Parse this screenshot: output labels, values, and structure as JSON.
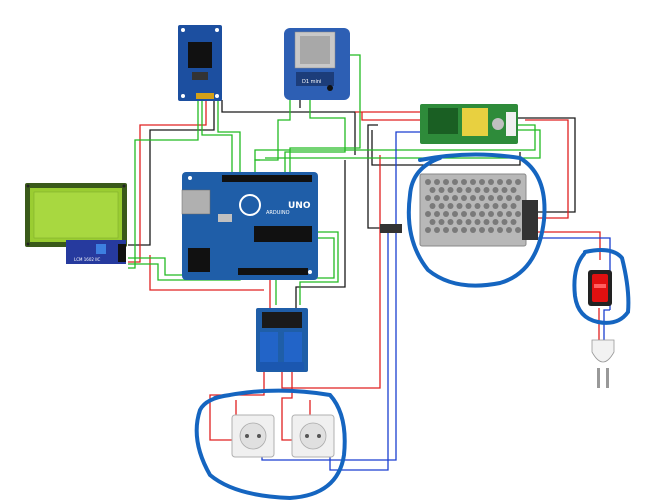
{
  "components": {
    "arduino": {
      "name": "arduino-uno-board",
      "brand_text": "ARDUINO",
      "model_text": "UNO",
      "color": "#1f5ea8"
    },
    "rtc": {
      "name": "rtc-module",
      "color": "#1c4fa0"
    },
    "esp": {
      "name": "wemos-d1-mini",
      "board_text": "D1 mini",
      "color": "#2d5fb4"
    },
    "lcd": {
      "name": "lcd-20x4-display",
      "color": "#9acd32"
    },
    "i2c": {
      "name": "i2c-backpack",
      "color": "#263a9e"
    },
    "relay": {
      "name": "relay-module-2ch",
      "color": "#1f5ea8"
    },
    "power_meter": {
      "name": "pzem-power-meter",
      "color": "#2e8b3a"
    },
    "psu": {
      "name": "switching-power-supply"
    },
    "switch": {
      "name": "rocker-switch",
      "color": "#e01010"
    },
    "plug": {
      "name": "power-plug"
    },
    "sockets": [
      {
        "name": "wall-socket-left"
      },
      {
        "name": "wall-socket-right"
      }
    ]
  },
  "wire_colors": {
    "red": "#e02020",
    "black": "#1a1a1a",
    "green": "#22bb22",
    "blue": "#1a3fd0",
    "highlight": "#1565c0"
  }
}
